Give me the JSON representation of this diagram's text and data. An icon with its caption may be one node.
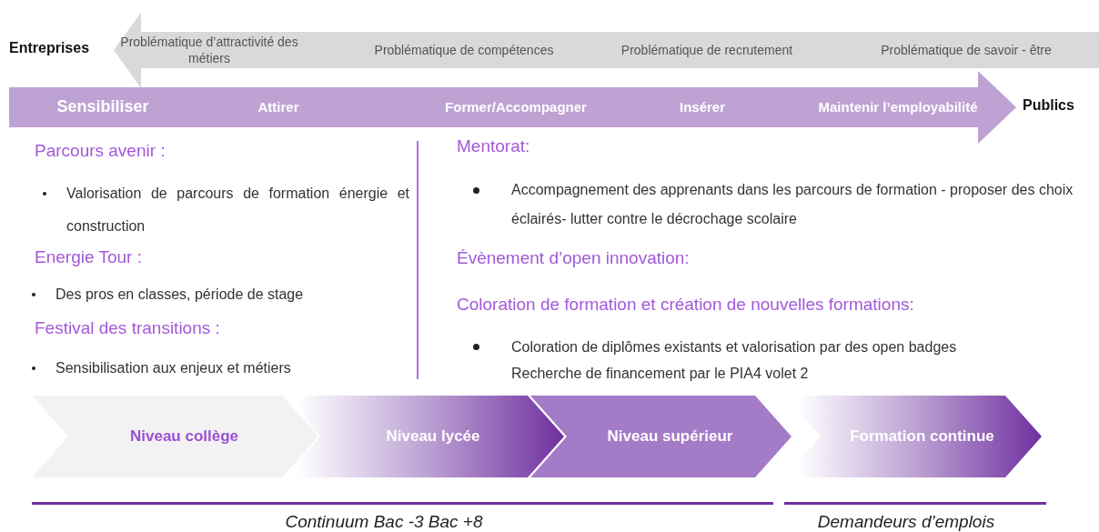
{
  "diagram": {
    "nodes": [
      {
        "text": [
          "Problématique d’attractivité des métiers",
          "Problématique de compétences",
          "Problématique de recrutement",
          "Problématique de savoir - être"
        ]
      },
      {
        "text": [
          "Sensibiliser",
          "Attirer",
          "Former/Accompagner",
          "Insérer",
          "Maintenir l’employabilité"
        ]
      },
      {
        "text": [
          "Niveau collège"
        ]
      },
      {
        "text": [
          "Niveau lycée"
        ]
      },
      {
        "text": [
          "Niveau supérieur"
        ]
      },
      {
        "text": [
          "Formation continue"
        ]
      }
    ],
    "labels": [
      "Entreprises",
      "Publics",
      "Parcours avenir  :",
      "Valorisation de parcours de formation énergie et construction",
      "Energie Tour :",
      "Des pros en classes, période de stage",
      "Festival des transitions :",
      "Sensibilisation aux enjeux et métiers",
      "Mentorat:",
      "Accompagnement des apprenants dans les parcours de formation - proposer des choix éclairés- lutter contre le décrochage scolaire",
      "Évènement d’open innovation:",
      "Coloration de formation et création de nouvelles formations:",
      "Coloration de diplômes existants et valorisation par des open badges Recherche de financement par le PIA4 volet 2",
      "Continuum Bac -3 Bac +8",
      "Demandeurs d’emplois"
    ]
  }
}
